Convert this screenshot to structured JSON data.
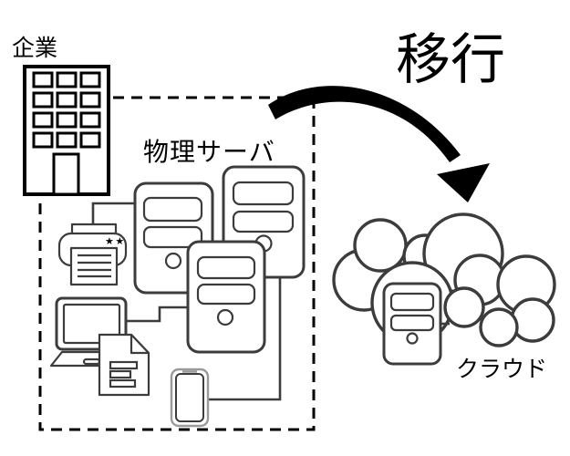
{
  "diagram": {
    "background_color": "#ffffff",
    "labels": {
      "company": "企業",
      "physical_server": "物理サーバ",
      "migration": "移行",
      "cloud": "クラウド",
      "printer_stars": "★★"
    },
    "colors": {
      "primary_outline": "#000000",
      "device_outline": "#3c3c3c",
      "phone_outer_outline": "#9a9a9a",
      "shape_fill": "#ffffff"
    },
    "icons": {
      "company_building": "building-icon",
      "physical_servers": [
        "server-tower-icon",
        "server-tower-icon",
        "server-tower-icon"
      ],
      "peripherals": [
        "printer-icon",
        "laptop-icon",
        "document-icon",
        "smartphone-icon"
      ],
      "migration_arrow": "curved-arrow-icon",
      "cloud_shapes": [
        "cloud-icon",
        "cloud-icon"
      ],
      "cloud_server": "server-tower-icon"
    }
  }
}
